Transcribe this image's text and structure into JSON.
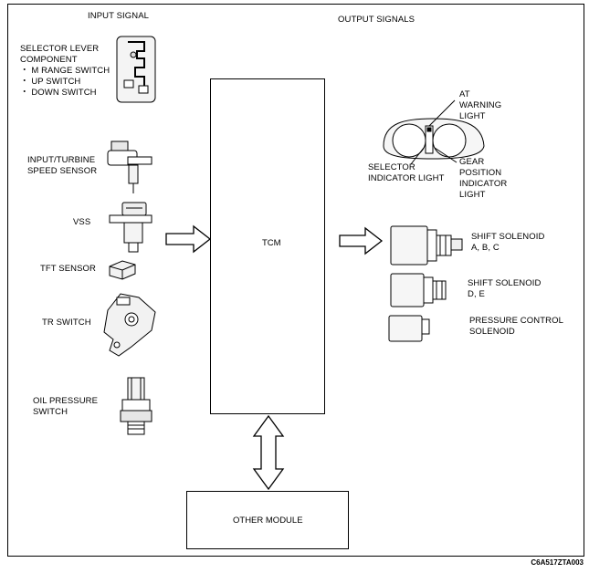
{
  "headings": {
    "input": "INPUT SIGNAL",
    "output": "OUTPUT SIGNALS"
  },
  "inputs": {
    "selector_lever": {
      "title_line1": "SELECTOR LEVER",
      "title_line2": "COMPONENT",
      "items": [
        "・ M RANGE SWITCH",
        "・ UP SWITCH",
        "・ DOWN SWITCH"
      ]
    },
    "turbine_sensor": {
      "line1": "INPUT/TURBINE",
      "line2": "SPEED SENSOR"
    },
    "vss": "VSS",
    "tft_sensor": "TFT SENSOR",
    "tr_switch": "TR SWITCH",
    "oil_pressure": {
      "line1": "OIL PRESSURE",
      "line2": "SWITCH"
    }
  },
  "center": {
    "tcm": "TCM",
    "other_module": "OTHER MODULE"
  },
  "outputs": {
    "at_warning": {
      "line1": "AT",
      "line2": "WARNING",
      "line3": "LIGHT"
    },
    "selector_indicator": {
      "line1": "SELECTOR",
      "line2": "INDICATOR LIGHT"
    },
    "gear_position": {
      "line1": "GEAR",
      "line2": "POSITION",
      "line3": "INDICATOR",
      "line4": "LIGHT"
    },
    "shift_solenoid_abc": {
      "line1": "SHIFT SOLENOID",
      "line2": "A, B, C"
    },
    "shift_solenoid_de": {
      "line1": "SHIFT SOLENOID",
      "line2": "D, E"
    },
    "pressure_control": {
      "line1": "PRESSURE CONTROL",
      "line2": "SOLENOID"
    }
  },
  "figure_code": "C6A517ZTA003"
}
